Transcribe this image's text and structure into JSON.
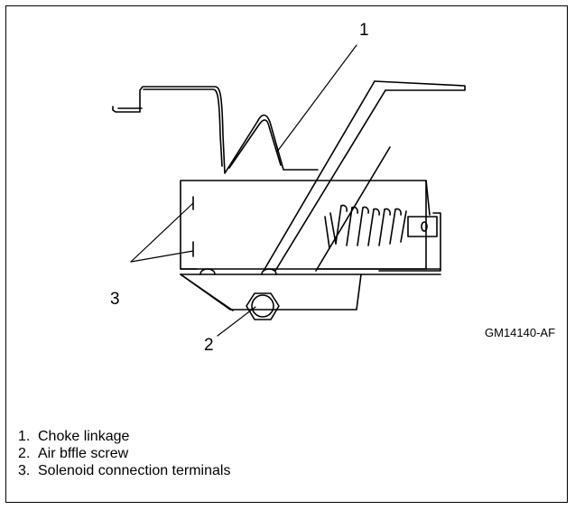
{
  "figure": {
    "callouts": [
      "1",
      "2",
      "3"
    ],
    "figure_id": "GM14140-AF",
    "legend": [
      {
        "number": "1.",
        "text": "Choke linkage"
      },
      {
        "number": "2.",
        "text": "Air bffle screw"
      },
      {
        "number": "3.",
        "text": "Solenoid connection terminals"
      }
    ]
  },
  "colors": {
    "line": "#000000",
    "background": "#ffffff"
  }
}
